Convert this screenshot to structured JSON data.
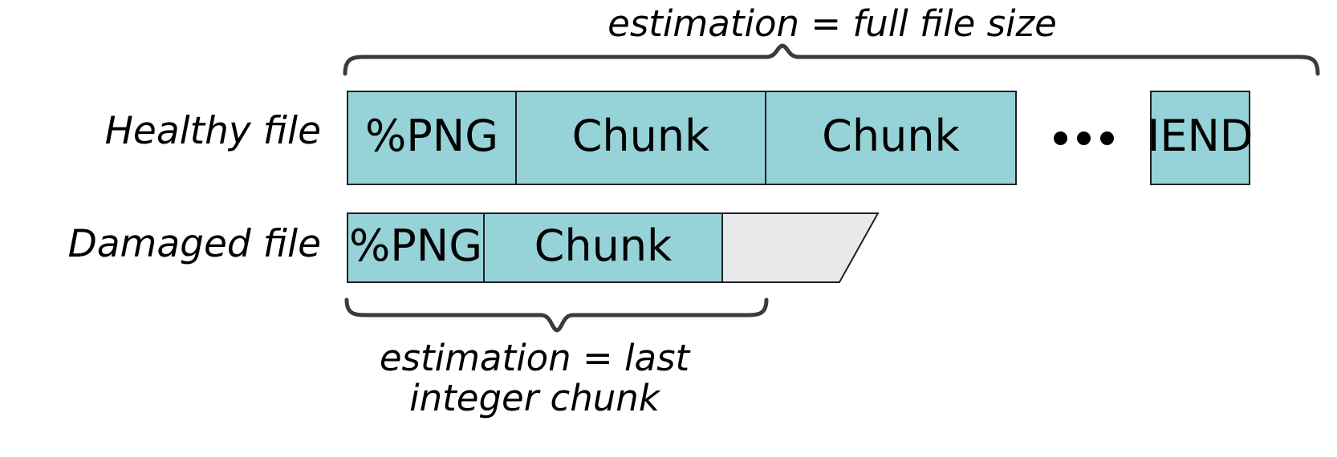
{
  "diagram": {
    "title_top": "estimation = full file size",
    "caption_bottom": "estimation = last integer chunk",
    "rows": [
      {
        "label": "Healthy file",
        "segments": [
          {
            "text": "%PNG",
            "kind": "teal"
          },
          {
            "text": "Chunk",
            "kind": "teal"
          },
          {
            "text": "Chunk",
            "kind": "teal"
          },
          {
            "text": "…",
            "kind": "ellipsis"
          },
          {
            "text": "IEND",
            "kind": "teal"
          }
        ]
      },
      {
        "label": "Damaged file",
        "segments": [
          {
            "text": "%PNG",
            "kind": "teal"
          },
          {
            "text": "Chunk",
            "kind": "teal"
          },
          {
            "text": "",
            "kind": "missing"
          }
        ]
      }
    ],
    "colors": {
      "chunk_fill": "#96D3D8",
      "chunk_stroke": "#231f20",
      "missing_fill": "#E7E8E9",
      "missing_stroke": "#231f20",
      "brace_stroke": "#3B3B3D",
      "text": "#000000",
      "background": "#FFFFFF"
    },
    "braces": {
      "top": {
        "label": "estimation = full file size",
        "spans_from": "%PNG",
        "spans_to": "IEND"
      },
      "bottom": {
        "label": "estimation = last integer chunk",
        "spans_from": "%PNG",
        "spans_to": "Chunk"
      }
    }
  }
}
